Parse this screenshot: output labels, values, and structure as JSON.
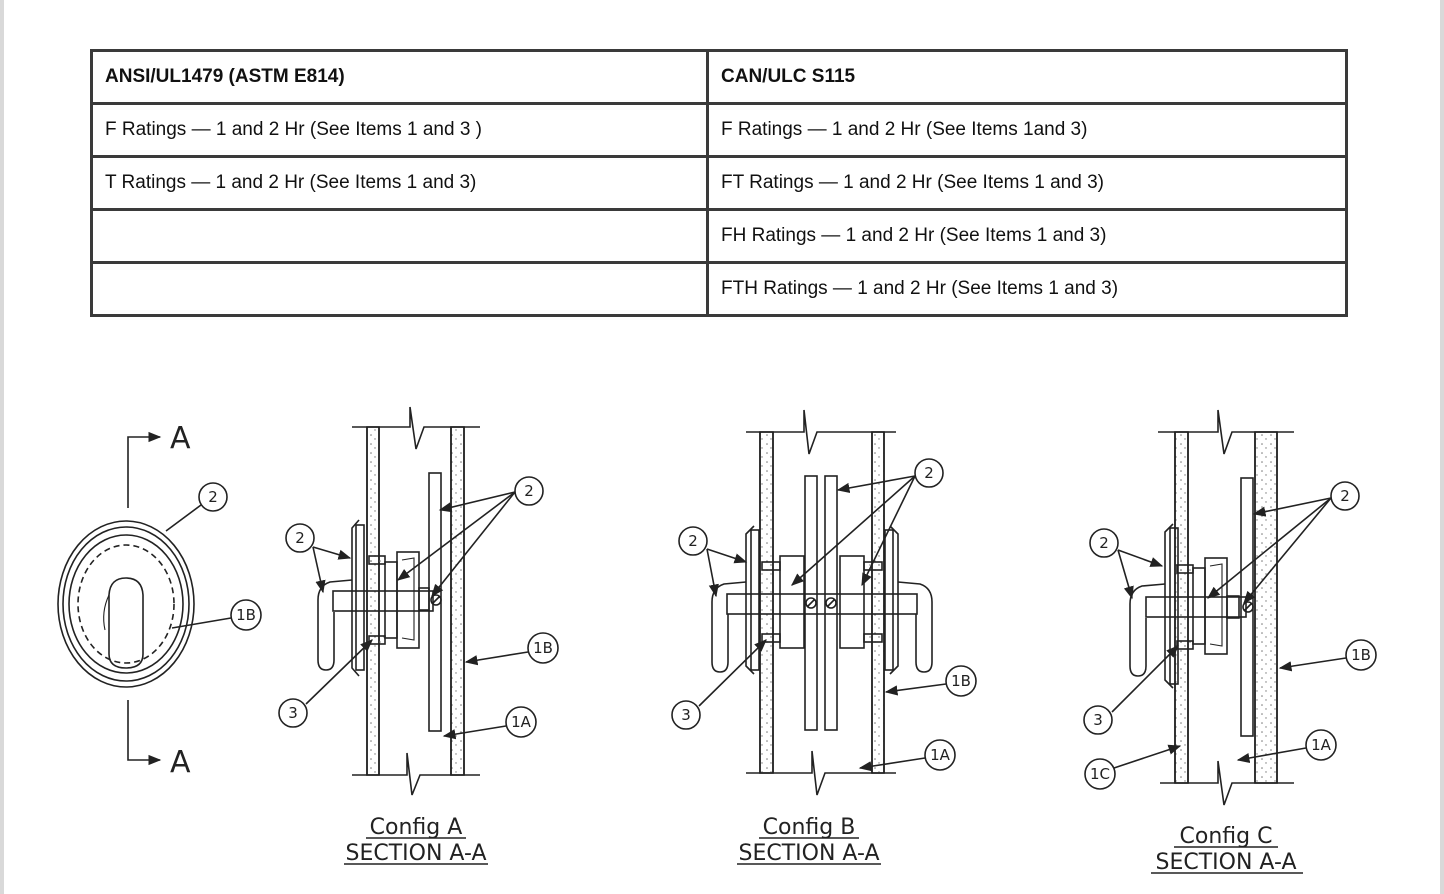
{
  "table": {
    "headers": [
      "ANSI/UL1479 (ASTM E814)",
      "CAN/ULC S115"
    ],
    "rows": [
      [
        "F Ratings — 1 and 2 Hr (See Items 1 and 3 )",
        "F Ratings — 1 and 2 Hr (See Items 1and 3)"
      ],
      [
        "T Ratings — 1 and 2 Hr (See Items 1 and 3)",
        "FT Ratings — 1 and 2 Hr (See Items 1 and 3)"
      ],
      [
        "",
        "FH Ratings — 1 and 2 Hr (See Items 1 and 3)"
      ],
      [
        "",
        "FTH Ratings — 1 and 2 Hr (See Items 1 and 3)"
      ]
    ]
  },
  "drawing": {
    "section_marker": "A",
    "front_view_labels": [
      "2",
      "1B"
    ],
    "config_a": {
      "caption": "Config A",
      "section": "SECTION A-A",
      "labels": [
        "2",
        "2",
        "3",
        "1B",
        "1A"
      ]
    },
    "config_b": {
      "caption": "Config B",
      "section": "SECTION A-A",
      "labels": [
        "2",
        "2",
        "3",
        "1B",
        "1A"
      ]
    },
    "config_c": {
      "caption": "Config C",
      "section": "SECTION A-A",
      "labels": [
        "2",
        "2",
        "3",
        "1C",
        "1B",
        "1A"
      ]
    }
  }
}
